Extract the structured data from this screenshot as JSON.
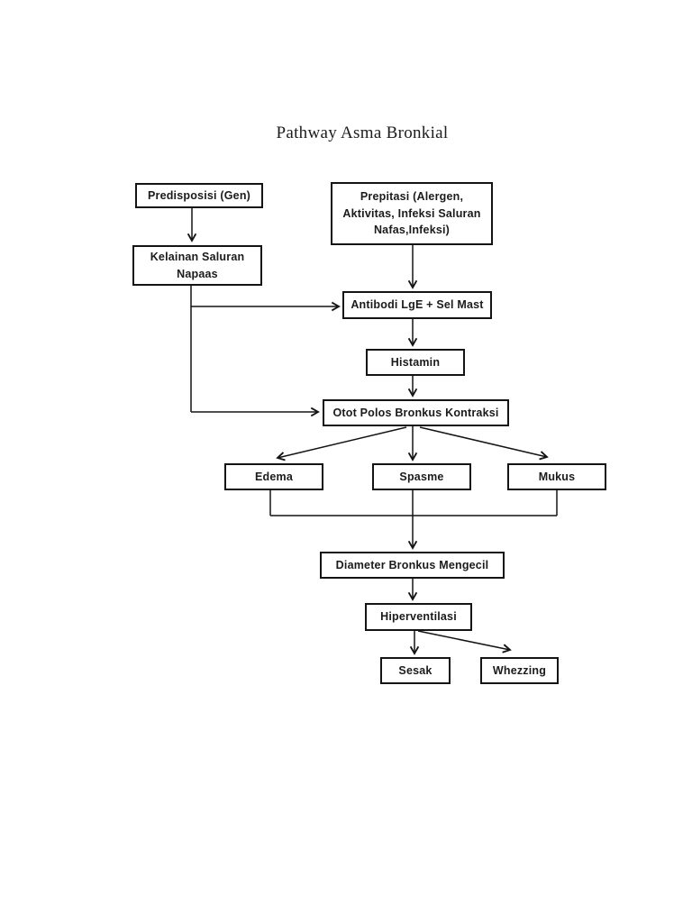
{
  "document": {
    "title": "Pathway Asma Bronkial",
    "background_color": "#ffffff",
    "ink_color": "#1b1b1b"
  },
  "diagram": {
    "type": "flowchart",
    "nodes": [
      {
        "id": "predisposisi",
        "label": "Predisposisi (Gen)"
      },
      {
        "id": "kelainan-saluran-napaas",
        "label": "Kelainan Saluran\nNapaas"
      },
      {
        "id": "prepitasi",
        "label": "Prepitasi (Alergen,\nAktivitas, Infeksi Saluran\nNafas,Infeksi)"
      },
      {
        "id": "antibodi-lge-sel-mast",
        "label": "Antibodi LgE + Sel Mast"
      },
      {
        "id": "histamin",
        "label": "Histamin"
      },
      {
        "id": "otot-polos-bronkus",
        "label": "Otot Polos Bronkus Kontraksi"
      },
      {
        "id": "edema",
        "label": "Edema"
      },
      {
        "id": "spasme",
        "label": "Spasme"
      },
      {
        "id": "mukus",
        "label": "Mukus"
      },
      {
        "id": "diameter-bronkus",
        "label": "Diameter Bronkus Mengecil"
      },
      {
        "id": "hiperventilasi",
        "label": "Hiperventilasi"
      },
      {
        "id": "sesak",
        "label": "Sesak"
      },
      {
        "id": "whezzing",
        "label": "Whezzing"
      }
    ],
    "edges": [
      {
        "from": "Predisposisi (Gen)",
        "to": "Kelainan Saluran Napaas"
      },
      {
        "from": "Prepitasi (Alergen, Aktivitas, Infeksi Saluran Nafas,Infeksi)",
        "to": "Antibodi LgE + Sel Mast"
      },
      {
        "from": "Kelainan Saluran Napaas",
        "to": "Antibodi LgE + Sel Mast"
      },
      {
        "from": "Kelainan Saluran Napaas",
        "to": "Otot Polos Bronkus Kontraksi"
      },
      {
        "from": "Antibodi LgE + Sel Mast",
        "to": "Histamin"
      },
      {
        "from": "Histamin",
        "to": "Otot Polos Bronkus Kontraksi"
      },
      {
        "from": "Otot Polos Bronkus Kontraksi",
        "to": "Edema"
      },
      {
        "from": "Otot Polos Bronkus Kontraksi",
        "to": "Spasme"
      },
      {
        "from": "Otot Polos Bronkus Kontraksi",
        "to": "Mukus"
      },
      {
        "from": "Edema",
        "to": "Diameter Bronkus Mengecil"
      },
      {
        "from": "Spasme",
        "to": "Diameter Bronkus Mengecil"
      },
      {
        "from": "Mukus",
        "to": "Diameter Bronkus Mengecil"
      },
      {
        "from": "Diameter Bronkus Mengecil",
        "to": "Hiperventilasi"
      },
      {
        "from": "Hiperventilasi",
        "to": "Sesak"
      },
      {
        "from": "Hiperventilasi",
        "to": "Whezzing"
      }
    ]
  }
}
